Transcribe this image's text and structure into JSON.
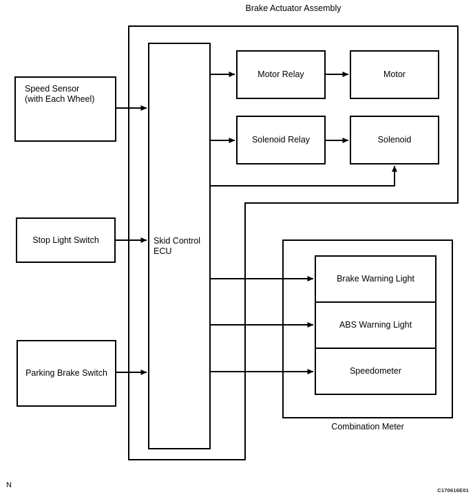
{
  "diagram": {
    "title": "Brake Actuator Assembly",
    "sub_title": "Combination Meter",
    "page_mark": "N",
    "figure_code": "C170616E01",
    "line_color": "#000000",
    "background": "#ffffff",
    "inputs": [
      {
        "id": "speed-sensor",
        "label": "Speed Sensor\n(with Each Wheel)",
        "align": "top-left"
      },
      {
        "id": "stop-light-switch",
        "label": "Stop Light Switch",
        "align": "center"
      },
      {
        "id": "parking-brake-switch",
        "label": "Parking Brake Switch",
        "align": "center"
      }
    ],
    "controller": {
      "id": "skid-control-ecu",
      "label": "Skid Control\nECU"
    },
    "actuator_blocks": [
      {
        "id": "motor-relay",
        "label": "Motor Relay"
      },
      {
        "id": "motor",
        "label": "Motor"
      },
      {
        "id": "solenoid-relay",
        "label": "Solenoid Relay"
      },
      {
        "id": "solenoid",
        "label": "Solenoid"
      }
    ],
    "meter_blocks": [
      {
        "id": "brake-warning-light",
        "label": "Brake Warning Light"
      },
      {
        "id": "abs-warning-light",
        "label": "ABS Warning Light"
      },
      {
        "id": "speedometer",
        "label": "Speedometer"
      }
    ]
  }
}
